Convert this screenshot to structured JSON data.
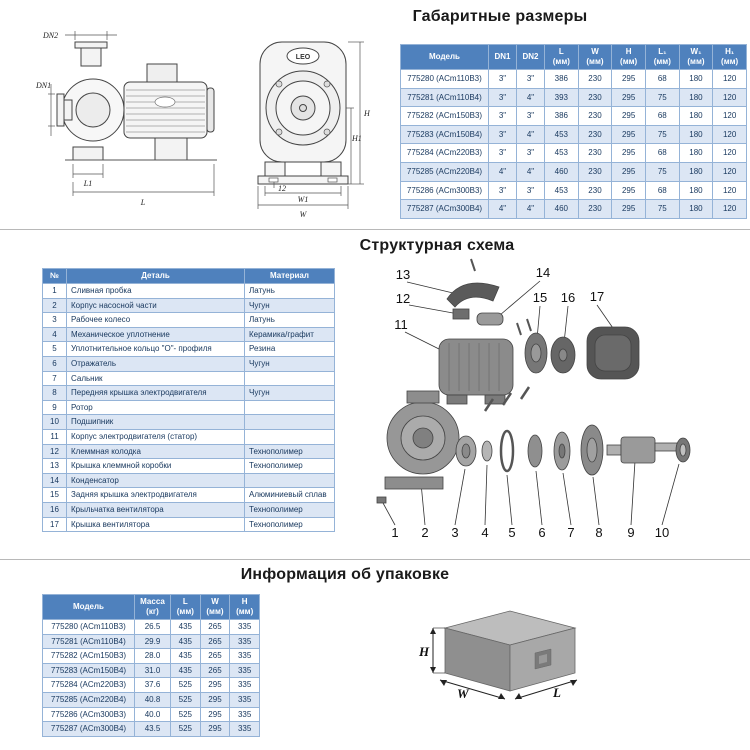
{
  "colors": {
    "table_header_bg": "#4f81bd",
    "table_row_alt": "#dce6f4",
    "table_border": "#95b3d7",
    "table_text": "#17375d"
  },
  "dimensions_section": {
    "title": "Габаритные размеры",
    "drawing_labels": {
      "dn2": "DN2",
      "dn1": "DN1",
      "l1": "L1",
      "l": "L",
      "logo": "LEO",
      "h": "H",
      "h1": "H1",
      "slot": "12",
      "w1": "W1",
      "w": "W"
    },
    "table": {
      "headers": [
        "Модель",
        "DN1",
        "DN2",
        "L\n(мм)",
        "W\n(мм)",
        "H\n(мм)",
        "L₁\n(мм)",
        "W₁\n(мм)",
        "H₁\n(мм)"
      ],
      "rows": [
        [
          "775280 (ACm110B3)",
          "3\"",
          "3\"",
          "386",
          "230",
          "295",
          "68",
          "180",
          "120"
        ],
        [
          "775281 (ACm110B4)",
          "3\"",
          "4\"",
          "393",
          "230",
          "295",
          "75",
          "180",
          "120"
        ],
        [
          "775282 (ACm150B3)",
          "3\"",
          "3\"",
          "386",
          "230",
          "295",
          "68",
          "180",
          "120"
        ],
        [
          "775283 (ACm150B4)",
          "3\"",
          "4\"",
          "453",
          "230",
          "295",
          "75",
          "180",
          "120"
        ],
        [
          "775284 (ACm220B3)",
          "3\"",
          "3\"",
          "453",
          "230",
          "295",
          "68",
          "180",
          "120"
        ],
        [
          "775285 (ACm220B4)",
          "4\"",
          "4\"",
          "460",
          "230",
          "295",
          "75",
          "180",
          "120"
        ],
        [
          "775286 (ACm300B3)",
          "3\"",
          "3\"",
          "453",
          "230",
          "295",
          "68",
          "180",
          "120"
        ],
        [
          "775287 (ACm300B4)",
          "4\"",
          "4\"",
          "460",
          "230",
          "295",
          "75",
          "180",
          "120"
        ]
      ]
    }
  },
  "structure_section": {
    "title": "Структурная схема",
    "parts_table": {
      "headers": [
        "№",
        "Деталь",
        "Материал"
      ],
      "rows": [
        [
          "1",
          "Сливная пробка",
          "Латунь"
        ],
        [
          "2",
          "Корпус насосной части",
          "Чугун"
        ],
        [
          "3",
          "Рабочее колесо",
          "Латунь"
        ],
        [
          "4",
          "Механическое уплотнение",
          "Керамика/графит"
        ],
        [
          "5",
          "Уплотнительное кольцо \"О\"- профиля",
          "Резина"
        ],
        [
          "6",
          "Отражатель",
          "Чугун"
        ],
        [
          "7",
          "Сальник",
          ""
        ],
        [
          "8",
          "Передняя крышка электродвигателя",
          "Чугун"
        ],
        [
          "9",
          "Ротор",
          ""
        ],
        [
          "10",
          "Подшипник",
          ""
        ],
        [
          "11",
          "Корпус электродвигателя (статор)",
          ""
        ],
        [
          "12",
          "Клеммная колодка",
          "Технополимер"
        ],
        [
          "13",
          "Крышка клеммной коробки",
          "Технополимер"
        ],
        [
          "14",
          "Конденсатор",
          ""
        ],
        [
          "15",
          "Задняя крышка электродвигателя",
          "Алюминиевый сплав"
        ],
        [
          "16",
          "Крыльчатка вентилятора",
          "Технополимер"
        ],
        [
          "17",
          "Крышка вентилятора",
          "Технополимер"
        ]
      ]
    },
    "callouts": [
      "1",
      "2",
      "3",
      "4",
      "5",
      "6",
      "7",
      "8",
      "9",
      "10",
      "11",
      "12",
      "13",
      "14",
      "15",
      "16",
      "17"
    ]
  },
  "packaging_section": {
    "title": "Информация об упаковке",
    "table": {
      "headers": [
        "Модель",
        "Масса\n(кг)",
        "L\n(мм)",
        "W\n(мм)",
        "H\n(мм)"
      ],
      "rows": [
        [
          "775280 (ACm110B3)",
          "26.5",
          "435",
          "265",
          "335"
        ],
        [
          "775281 (ACm110B4)",
          "29.9",
          "435",
          "265",
          "335"
        ],
        [
          "775282 (ACm150B3)",
          "28.0",
          "435",
          "265",
          "335"
        ],
        [
          "775283 (ACm150B4)",
          "31.0",
          "435",
          "265",
          "335"
        ],
        [
          "775284 (ACm220B3)",
          "37.6",
          "525",
          "295",
          "335"
        ],
        [
          "775285 (ACm220B4)",
          "40.8",
          "525",
          "295",
          "335"
        ],
        [
          "775286 (ACm300B3)",
          "40.0",
          "525",
          "295",
          "335"
        ],
        [
          "775287 (ACm300B4)",
          "43.5",
          "525",
          "295",
          "335"
        ]
      ]
    },
    "box_labels": {
      "h": "H",
      "w": "W",
      "l": "L"
    }
  }
}
